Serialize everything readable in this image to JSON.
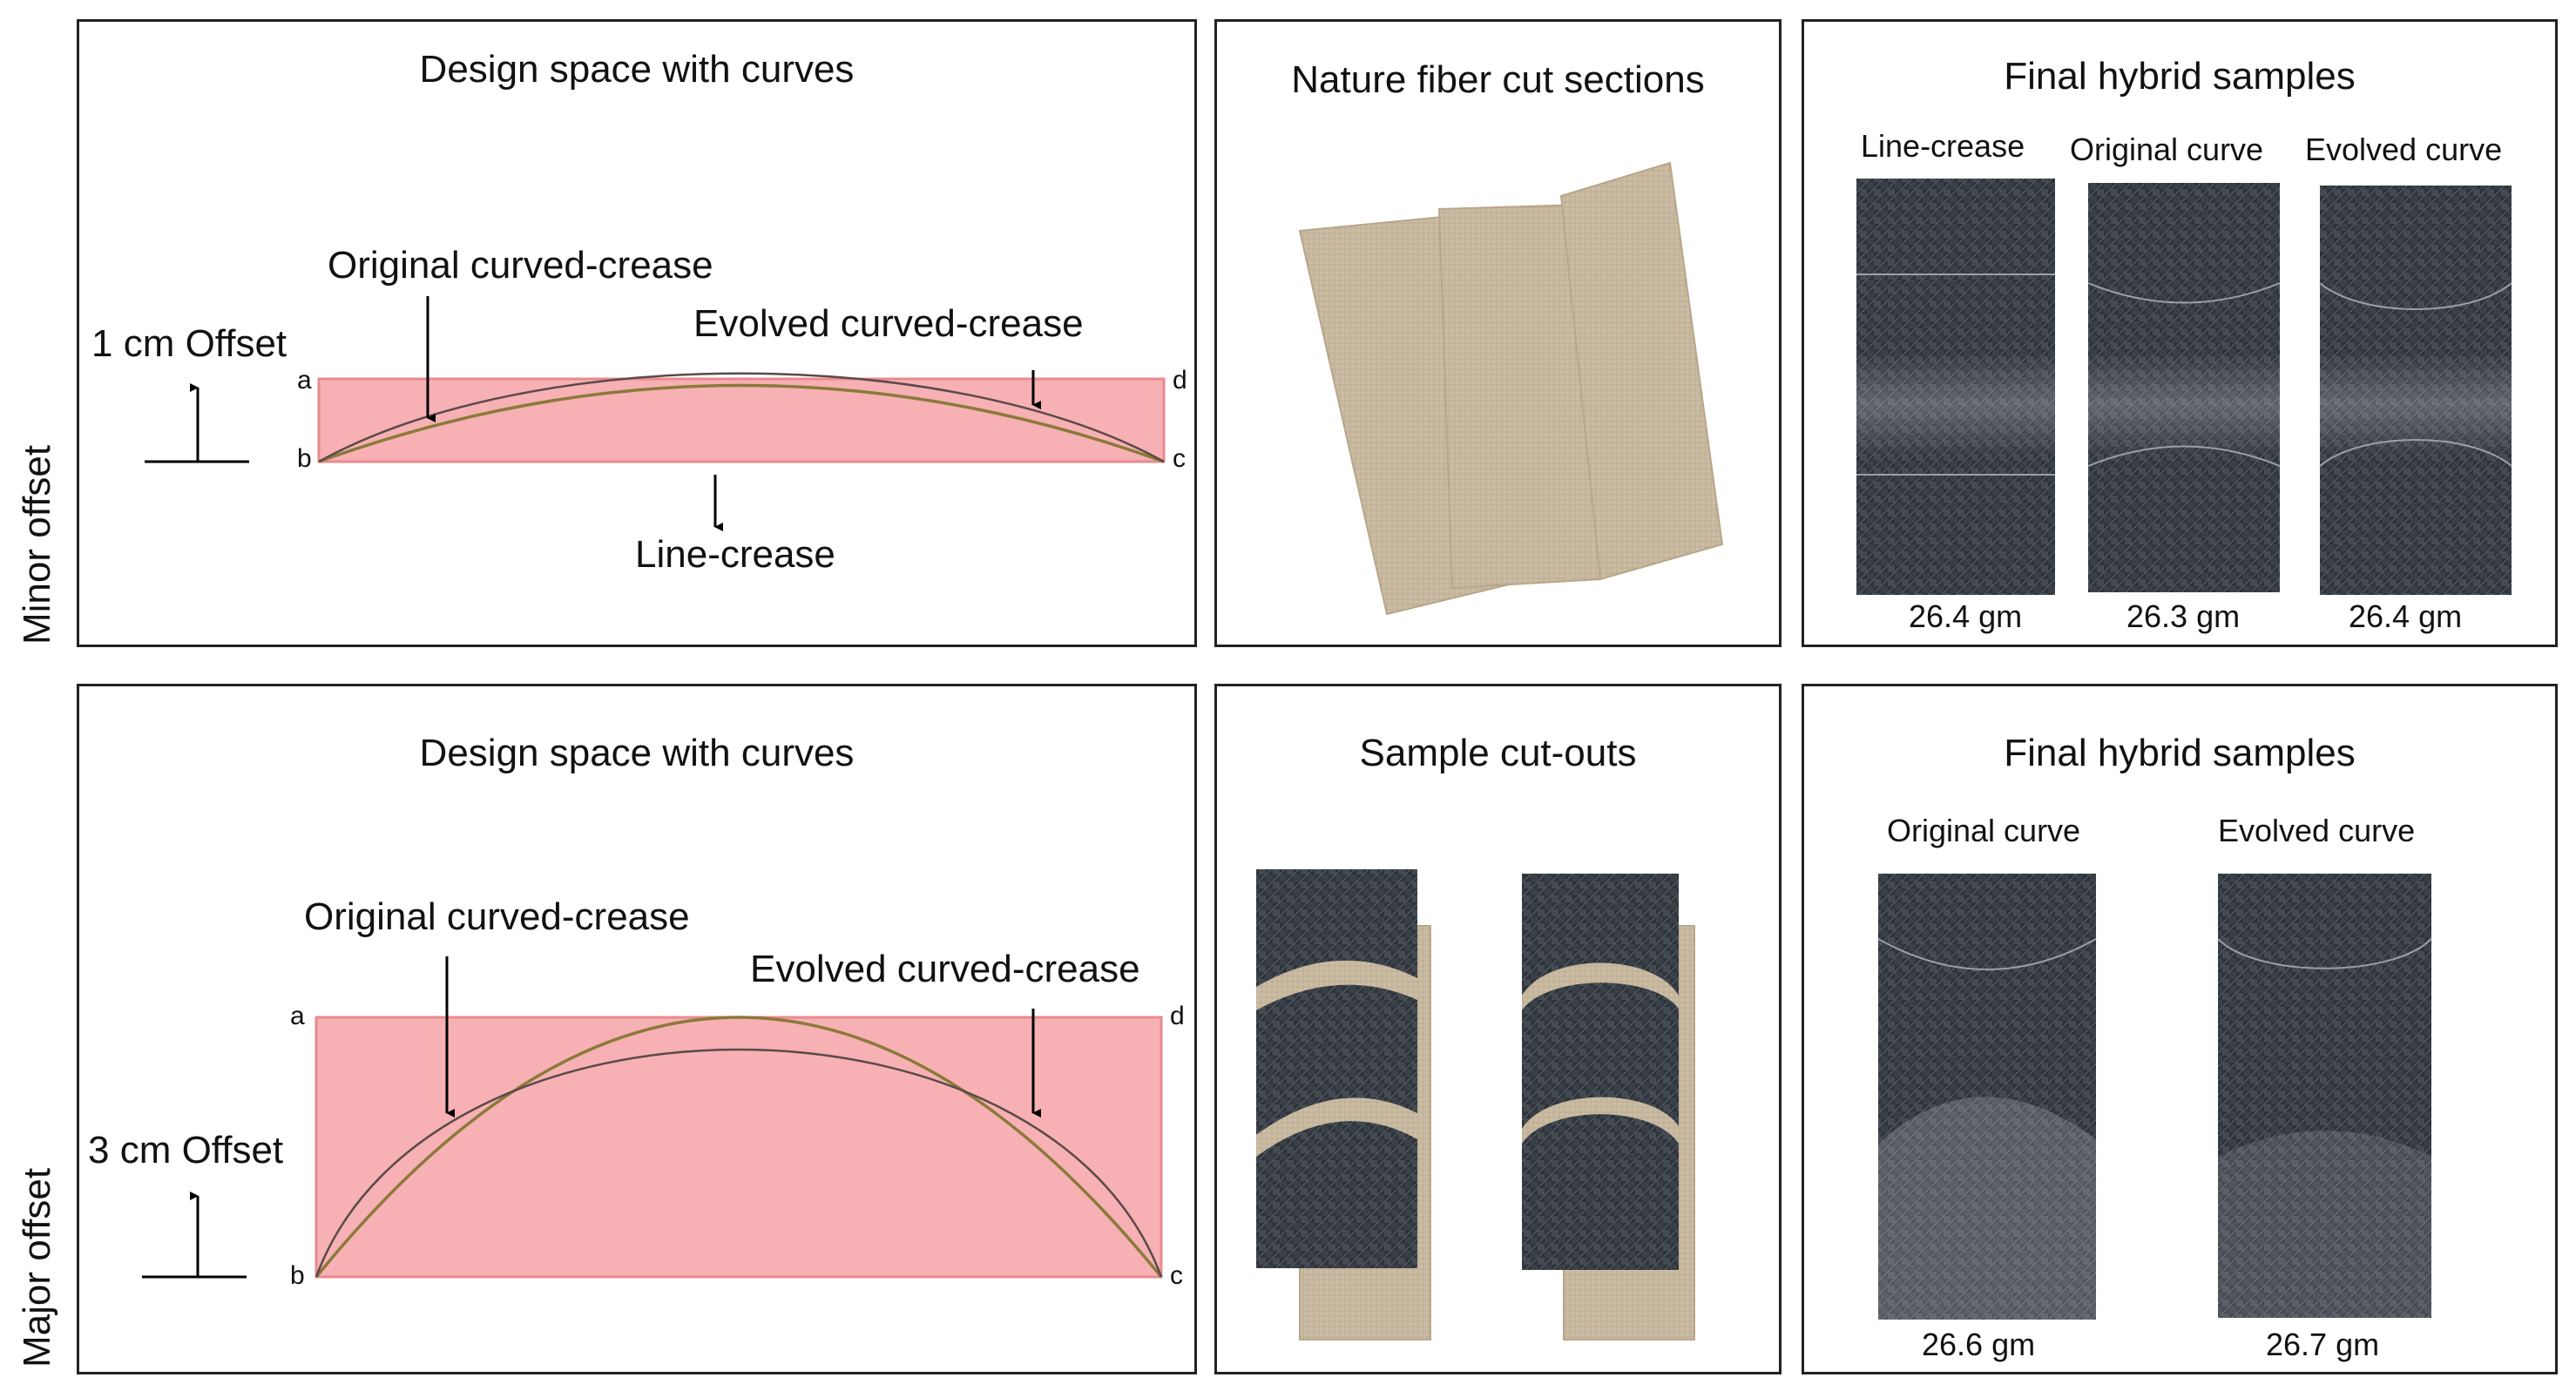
{
  "rows": [
    {
      "row_label": "Minor offset",
      "design_panel": {
        "title": "Design space with curves",
        "offset_label": "1 cm Offset",
        "original_label": "Original curved-crease",
        "evolved_label": "Evolved curved-crease",
        "line_label": "Line-crease",
        "corners": {
          "a": "a",
          "b": "b",
          "c": "c",
          "d": "d"
        }
      },
      "middle_panel": {
        "title": "Nature fiber cut sections"
      },
      "samples_panel": {
        "title": "Final hybrid samples",
        "samples": [
          {
            "label": "Line-crease",
            "weight": "26.4 gm"
          },
          {
            "label": "Original curve",
            "weight": "26.3 gm"
          },
          {
            "label": "Evolved  curve",
            "weight": "26.4 gm"
          }
        ]
      }
    },
    {
      "row_label": "Major offset",
      "design_panel": {
        "title": "Design space with curves",
        "offset_label": "3 cm Offset",
        "original_label": "Original curved-crease",
        "evolved_label": "Evolved curved-crease",
        "corners": {
          "a": "a",
          "b": "b",
          "c": "c",
          "d": "d"
        }
      },
      "middle_panel": {
        "title": "Sample cut-outs"
      },
      "samples_panel": {
        "title": "Final hybrid samples",
        "samples": [
          {
            "label": "Original curve",
            "weight": "26.6 gm"
          },
          {
            "label": "Evolved  curve",
            "weight": "26.7 gm"
          }
        ]
      }
    }
  ],
  "colors": {
    "design_rect_fill": "#f7b0b3",
    "design_rect_stroke": "#e98a8f",
    "original_curve": "#8a7a3a",
    "evolved_curve": "#5a4a4a",
    "linen": "#c9b9a1",
    "carbon": "#2b3036"
  }
}
